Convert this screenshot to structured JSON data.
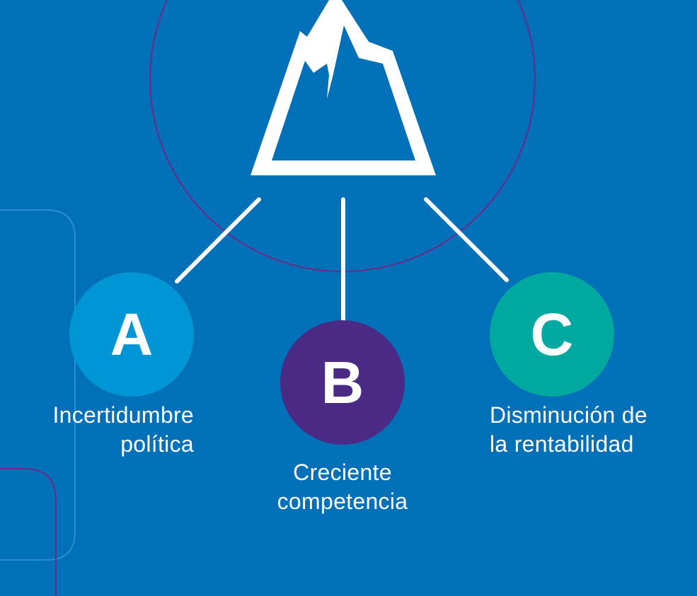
{
  "colors": {
    "background": "#0070b8",
    "circle_outline": "#6e2a8a",
    "deco_outline_blue": "#2a8fd0",
    "deco_outline_purple": "#6e2a8a",
    "node_a": "#0096d6",
    "node_b": "#4b2a85",
    "node_c": "#00a9a0",
    "foreground": "#ffffff"
  },
  "icons": {
    "central": "mountain-peak-icon"
  },
  "nodes": [
    {
      "letter": "A",
      "line1": "Incertidumbre",
      "line2": "política"
    },
    {
      "letter": "B",
      "line1": "Creciente",
      "line2": "competencia"
    },
    {
      "letter": "C",
      "line1": "Disminución de",
      "line2": "la rentabilidad"
    }
  ]
}
